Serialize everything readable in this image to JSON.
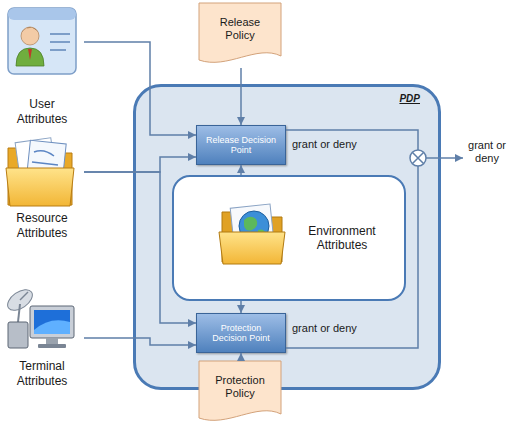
{
  "diagram": {
    "nodes": [
      {
        "text": [
          "User Attributes"
        ]
      },
      {
        "text": [
          "Resource Attributes"
        ]
      },
      {
        "text": [
          "Terminal Attributes"
        ]
      },
      {
        "text": [
          "Release Policy"
        ]
      },
      {
        "text": [
          "PDP"
        ]
      },
      {
        "text": [
          "Release Decision Point"
        ],
        "in": 4
      },
      {
        "text": [
          "Environment Attributes"
        ],
        "in": 4
      },
      {
        "text": [
          "Protection Decision Point"
        ],
        "in": 4
      },
      {
        "text": [
          "Protection Policy"
        ]
      }
    ],
    "edges": [
      {
        "from": 0,
        "to": 5,
        "arrow": "to"
      },
      {
        "from": 1,
        "to": 5,
        "arrow": "to"
      },
      {
        "from": 1,
        "to": 7,
        "arrow": "to"
      },
      {
        "from": 2,
        "to": 7,
        "arrow": "to"
      },
      {
        "from": 3,
        "to": 5,
        "arrow": "to"
      },
      {
        "from": 6,
        "to": 5,
        "arrow": "to"
      },
      {
        "from": 6,
        "to": 7,
        "arrow": "to"
      },
      {
        "from": 8,
        "to": 7,
        "arrow": "to"
      }
    ],
    "labels": [
      "grant or deny",
      "grant or deny",
      "grant or deny"
    ]
  }
}
